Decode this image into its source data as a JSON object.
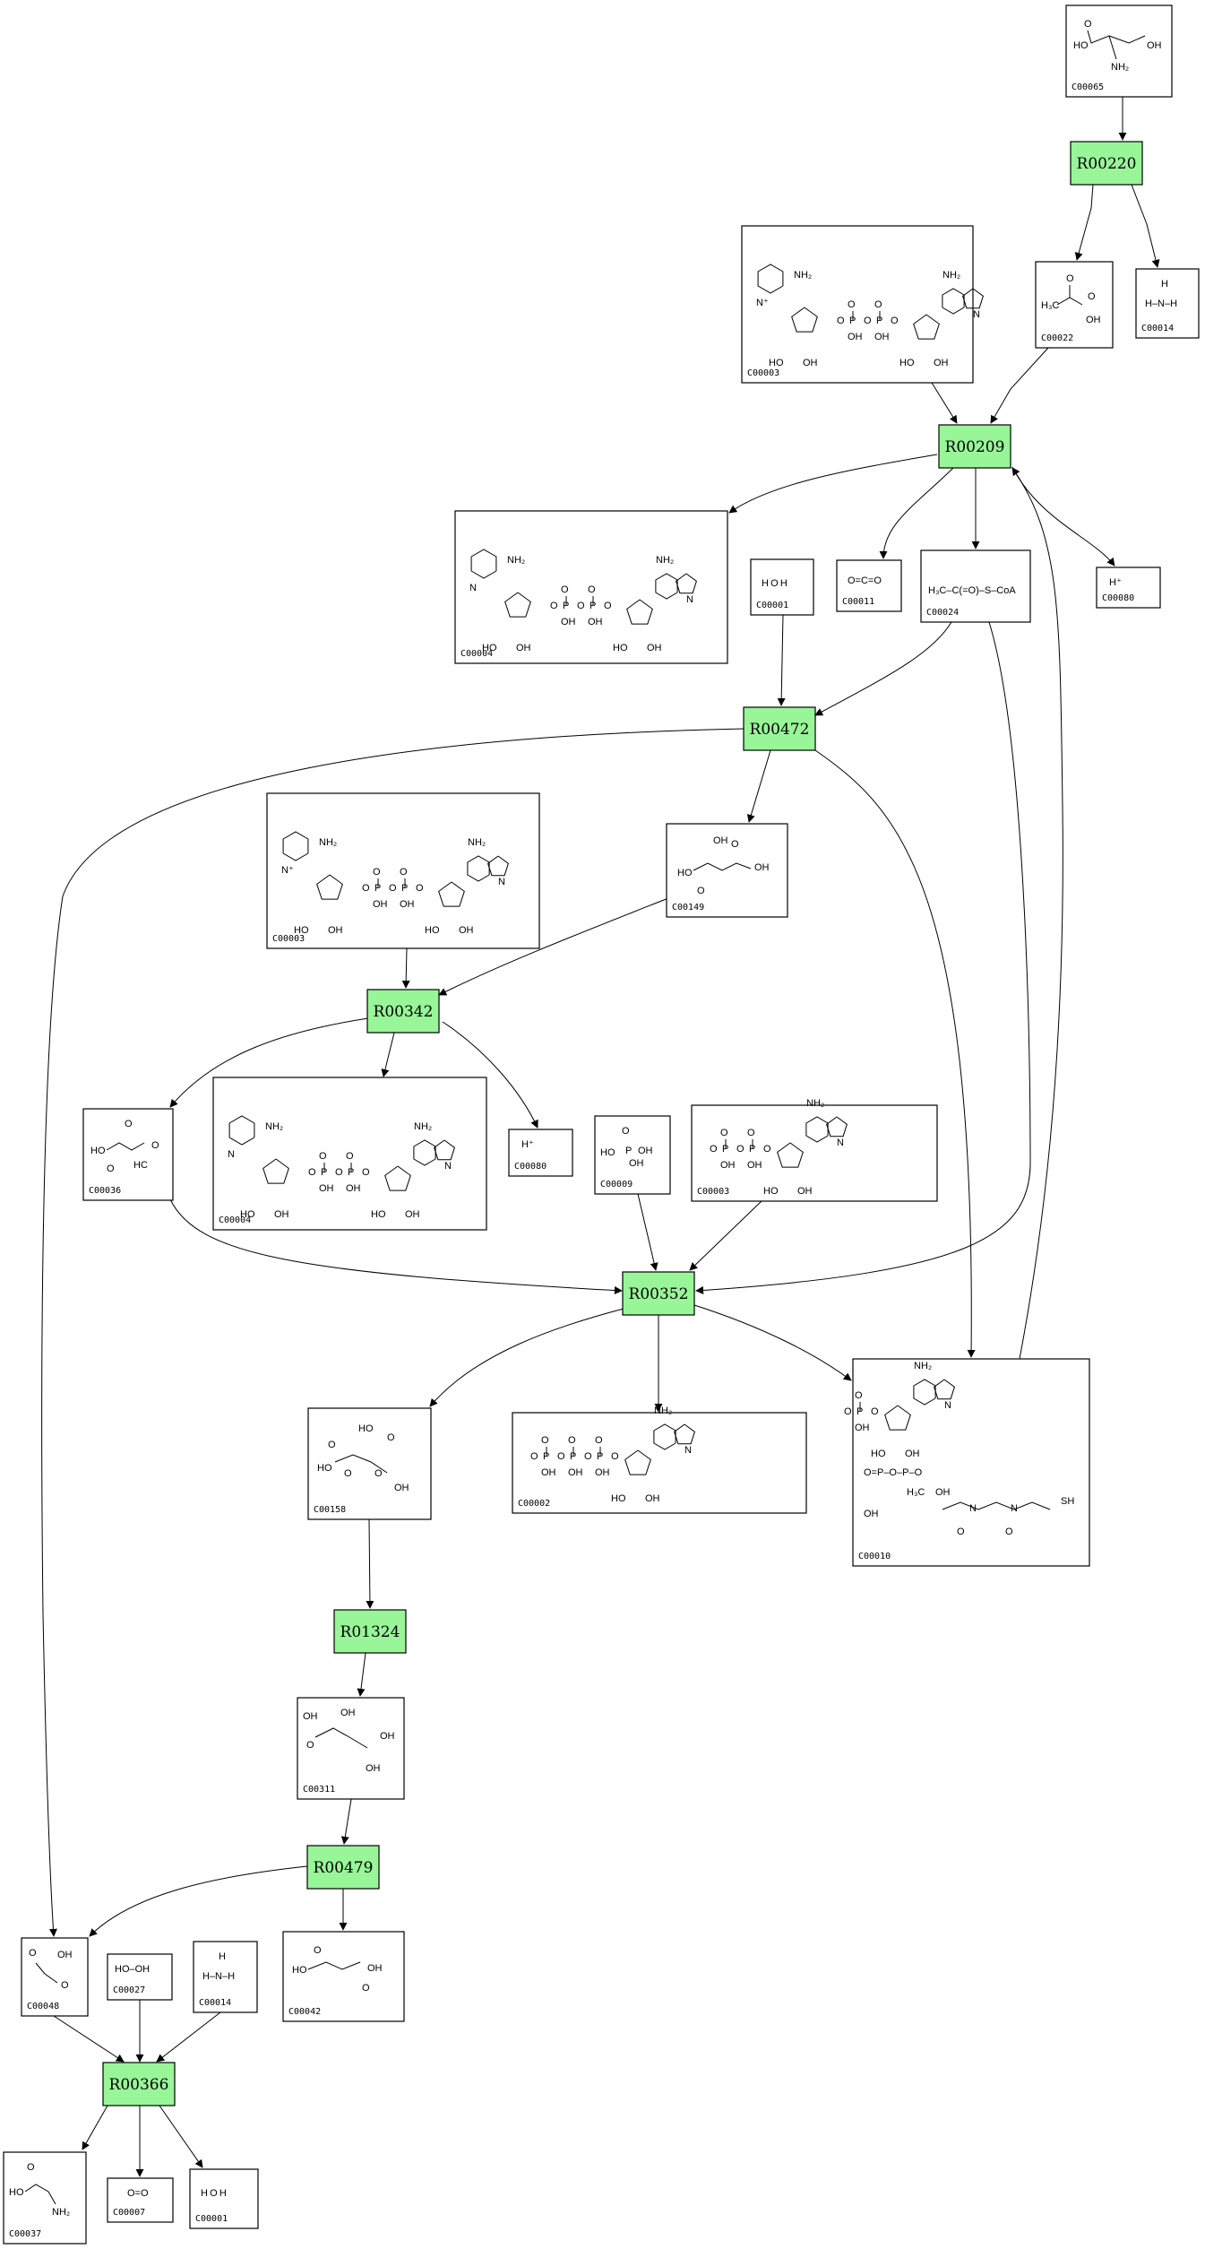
{
  "diagram": {
    "reactions": [
      "R00220",
      "R00209",
      "R00472",
      "R00342",
      "R00352",
      "R01324",
      "R00479",
      "R00366"
    ],
    "compound_ids": [
      "C00065",
      "C00022",
      "C00014",
      "C00003",
      "C00004",
      "C00001",
      "C00011",
      "C00024",
      "C00080",
      "C00149",
      "C00036",
      "C00009",
      "C00158",
      "C00002",
      "C00010",
      "C00311",
      "C00042",
      "C00048",
      "C00027",
      "C00007",
      "C00037"
    ],
    "structure_text": {
      "hydrogen_ion": "H⁺",
      "water": "H O H",
      "oxygen": "O=O",
      "hydrogen_peroxide": "HO–OH",
      "ammonia": "H–N–H",
      "acetyl_coa": "H₃C–C(=O)–S–CoA",
      "carbon_dioxide": "O=C=O"
    }
  }
}
